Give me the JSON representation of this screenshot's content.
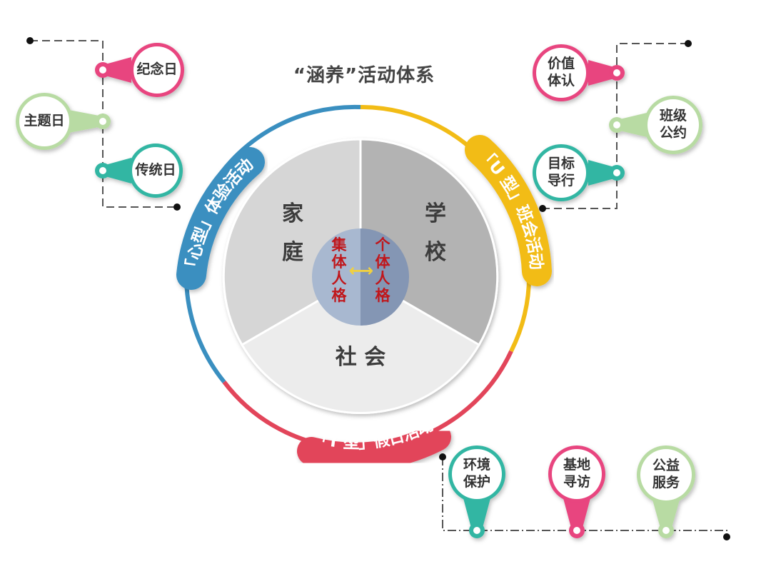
{
  "title": "“涵养”活动体系",
  "sectors": {
    "family": "家\n庭",
    "school": "学\n校",
    "society": "社 会"
  },
  "core": {
    "collective": "集体人格",
    "individual": "个体人格",
    "arrow": "⟷"
  },
  "arcs": {
    "heart_type": "「心型」体验活动",
    "u_type": "「U 型」班会活动",
    "t_type": "「T 型」假日活动"
  },
  "pins": {
    "left": [
      "纪念日",
      "主题日",
      "传统日"
    ],
    "right": [
      "价值\n体认",
      "班级\n公约",
      "目标\n导行"
    ],
    "bottom": [
      "环境\n保护",
      "基地\n寻访",
      "公益\n服务"
    ]
  },
  "colors": {
    "blue": "#3a8fc0",
    "yellow": "#f2bc16",
    "red": "#e2455a",
    "pink": "#e8447f",
    "teal": "#33b6a3",
    "light_green": "#b8dba3",
    "sector_family": "#d6d6d6",
    "sector_school": "#b3b3b3",
    "sector_society": "#ececec",
    "core_left": "#a8b8d0",
    "core_right": "#8496b4"
  }
}
